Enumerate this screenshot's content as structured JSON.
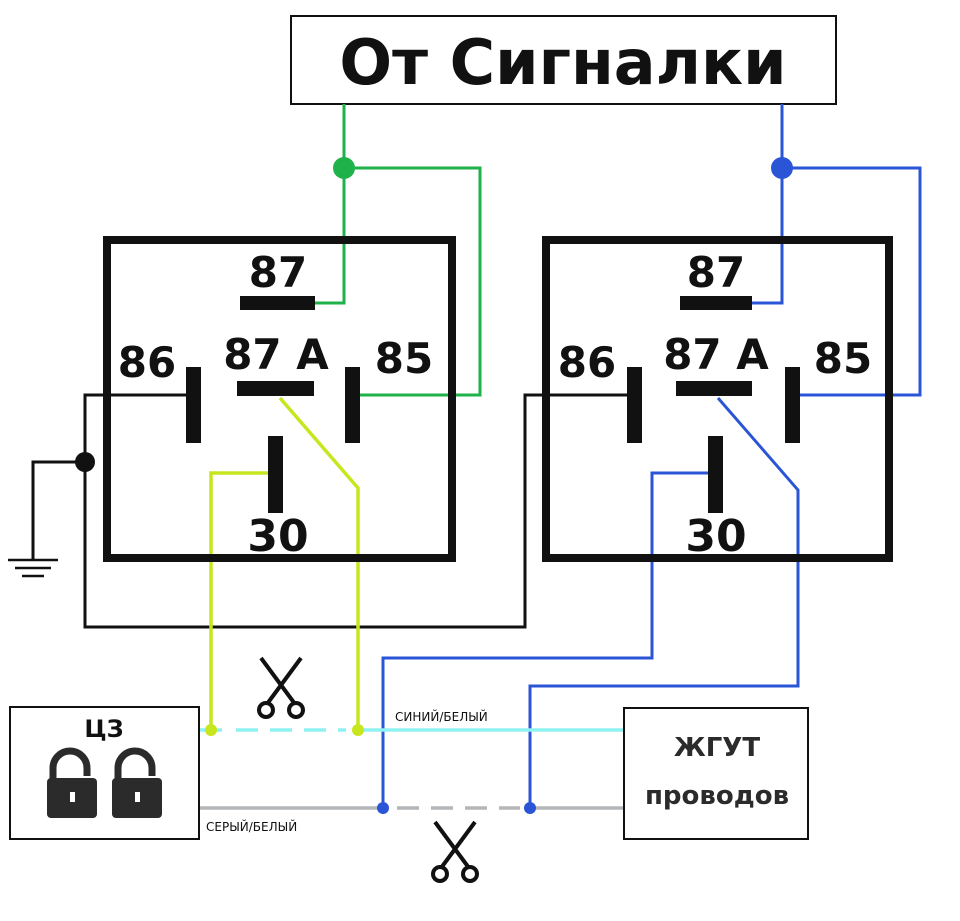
{
  "header": {
    "title": "От Сигналки"
  },
  "relays": [
    {
      "pins": {
        "p87": "87",
        "p87a": "87 A",
        "p86": "86",
        "p85": "85",
        "p30": "30"
      }
    },
    {
      "pins": {
        "p87": "87",
        "p87a": "87 A",
        "p86": "86",
        "p85": "85",
        "p30": "30"
      }
    }
  ],
  "boxes": {
    "cz": {
      "label": "ЦЗ"
    },
    "harness": {
      "line1": "ЖГУТ",
      "line2": "проводов"
    }
  },
  "wires": {
    "blue_white": "СИНИЙ/БЕЛЫЙ",
    "gray_white": "СЕРЫЙ/БЕЛЫЙ"
  },
  "icons": [
    "lock-icon",
    "scissors-icon",
    "ground-icon",
    "junction-dot-icon"
  ],
  "colors": {
    "green": "#1fb24a",
    "blue": "#2a55d6",
    "lime": "#c8e61e",
    "cyan": "#8ff2f2",
    "gray": "#b3b6b8",
    "black": "#111111"
  }
}
